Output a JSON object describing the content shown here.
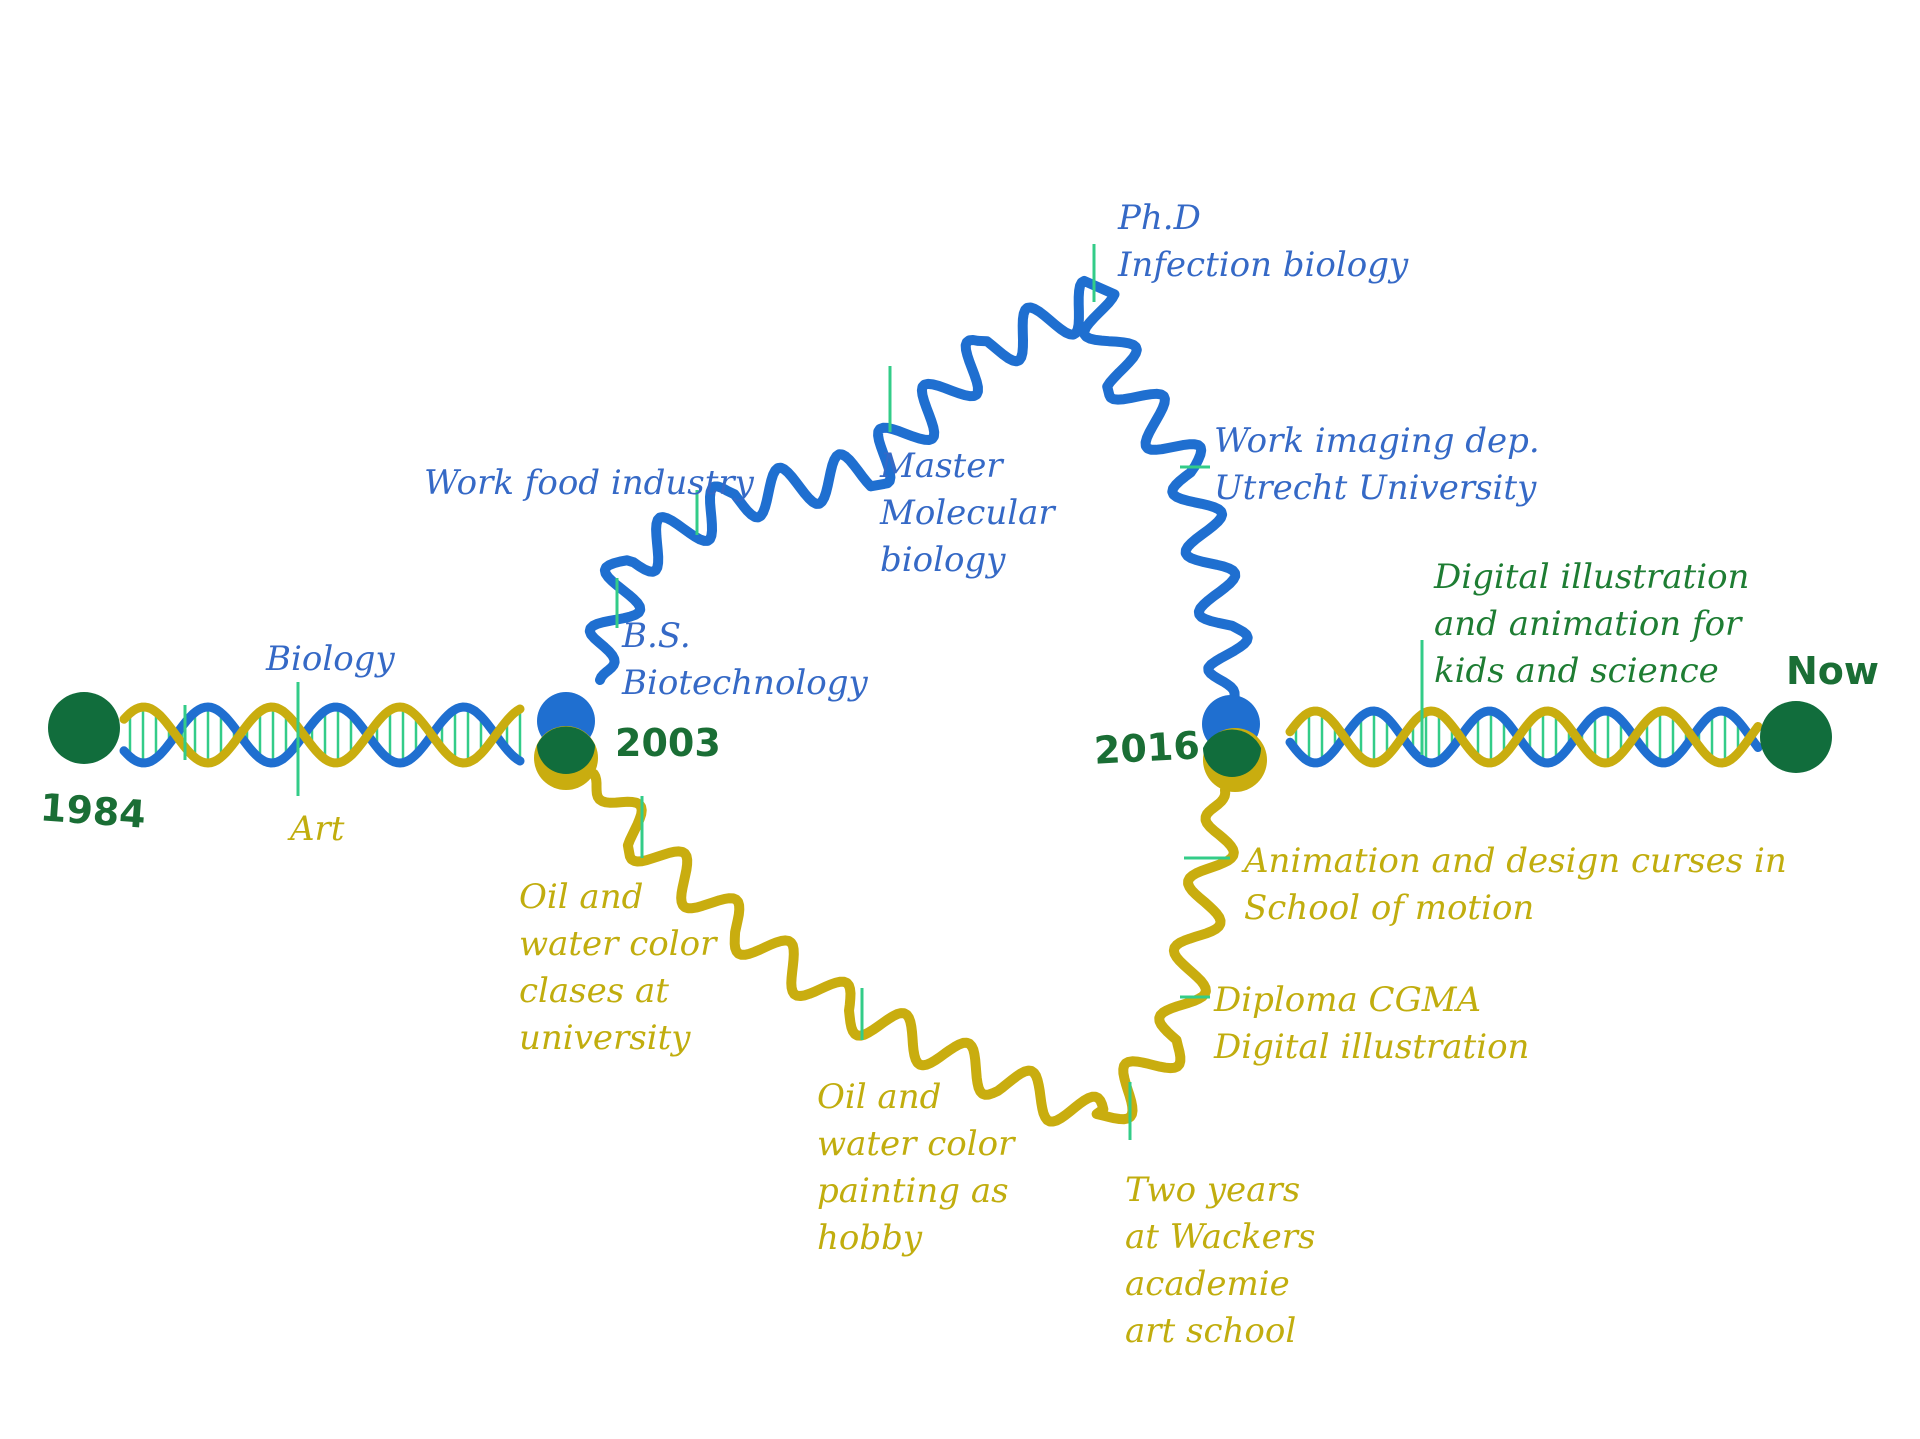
{
  "colors": {
    "science": "#1f6fd0",
    "science_text": "#3569c6",
    "art": "#c9ad0f",
    "art_text": "#c1ad0e",
    "tick": "#33cc88",
    "milestone": "#116d3c",
    "green_text": "#1e7d33"
  },
  "timeline": {
    "years": {
      "start": "1984",
      "branch": "2003",
      "merge": "2016",
      "end": "Now"
    },
    "intertwined_labels": {
      "science": "Biology",
      "art": "Art"
    },
    "science_path": [
      {
        "lines": [
          "B.S.",
          "Biotechnology"
        ]
      },
      {
        "lines": [
          "Work food industry"
        ]
      },
      {
        "lines": [
          "Master",
          "Molecular",
          "biology"
        ]
      },
      {
        "lines": [
          "Ph.D",
          "Infection biology"
        ]
      },
      {
        "lines": [
          "Work imaging dep.",
          "Utrecht University"
        ]
      }
    ],
    "art_path": [
      {
        "lines": [
          "Oil and",
          "water color",
          "clases at",
          "university"
        ]
      },
      {
        "lines": [
          "Oil and",
          "water color",
          "painting as",
          "hobby"
        ]
      },
      {
        "lines": [
          "Two years",
          "at Wackers",
          "academie",
          "art  school"
        ]
      },
      {
        "lines": [
          "Diploma CGMA",
          "Digital illustration"
        ]
      },
      {
        "lines": [
          "Animation and design curses in",
          "School of motion"
        ]
      }
    ],
    "current": {
      "lines": [
        "Digital illustration",
        "and animation  for",
        "kids and science"
      ]
    }
  }
}
